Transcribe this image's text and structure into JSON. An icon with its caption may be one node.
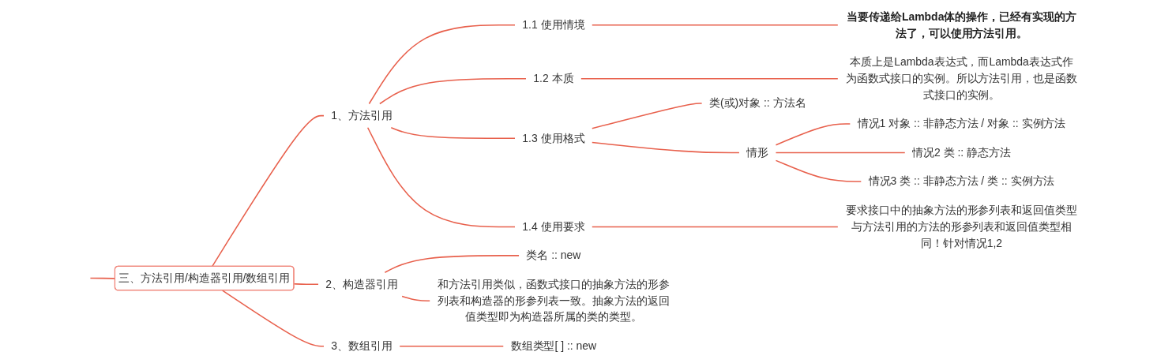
{
  "diagram": {
    "nodes": [
      {
        "text": [
          "三、方法引用/构造器引用/数组引用"
        ]
      },
      {
        "text": [
          "1、方法引用"
        ]
      },
      {
        "text": [
          "1.1 使用情境"
        ]
      },
      {
        "text": [
          "当要传递给Lambda体的操作，已经有实现的方法了，可以使用方法引用。"
        ]
      },
      {
        "text": [
          "1.2 本质"
        ]
      },
      {
        "text": [
          "本质上是Lambda表达式，而Lambda表达式作为函数式接口的实例。所以方法引用，也是函数式接口的实例。"
        ]
      },
      {
        "text": [
          "1.3 使用格式"
        ]
      },
      {
        "text": [
          "类(或)对象 :: 方法名"
        ]
      },
      {
        "text": [
          "情形"
        ]
      },
      {
        "text": [
          "情况1 对象 :: 非静态方法 / 对象 :: 实例方法"
        ]
      },
      {
        "text": [
          "情况2 类 :: 静态方法"
        ]
      },
      {
        "text": [
          "情况3 类 :: 非静态方法 / 类 :: 实例方法"
        ]
      },
      {
        "text": [
          "1.4 使用要求"
        ]
      },
      {
        "text": [
          "要求接口中的抽象方法的形参列表和返回值类型与方法引用的方法的形参列表和返回值类型相同！针对情况1,2"
        ]
      },
      {
        "text": [
          "2、构造器引用"
        ]
      },
      {
        "text": [
          "类名 :: new"
        ]
      },
      {
        "text": [
          "和方法引用类似，函数式接口的抽象方法的形参列表和构造器的形参列表一致。抽象方法的返回值类型即为构造器所属的类的类型。"
        ]
      },
      {
        "text": [
          "3、数组引用"
        ]
      },
      {
        "text": [
          "数组类型[ ] :: new"
        ]
      }
    ],
    "edges": [
      {
        "from": null,
        "to": 0,
        "arrow": "none"
      },
      {
        "from": 0,
        "to": 1,
        "arrow": "none"
      },
      {
        "from": 1,
        "to": 2,
        "arrow": "none"
      },
      {
        "from": 2,
        "to": 3,
        "arrow": "none"
      },
      {
        "from": 1,
        "to": 4,
        "arrow": "none"
      },
      {
        "from": 4,
        "to": 5,
        "arrow": "none"
      },
      {
        "from": 1,
        "to": 6,
        "arrow": "none"
      },
      {
        "from": 6,
        "to": 7,
        "arrow": "none"
      },
      {
        "from": 6,
        "to": 8,
        "arrow": "none"
      },
      {
        "from": 8,
        "to": 9,
        "arrow": "none"
      },
      {
        "from": 8,
        "to": 10,
        "arrow": "none"
      },
      {
        "from": 8,
        "to": 11,
        "arrow": "none"
      },
      {
        "from": 1,
        "to": 12,
        "arrow": "none"
      },
      {
        "from": 12,
        "to": 13,
        "arrow": "none"
      },
      {
        "from": 0,
        "to": 14,
        "arrow": "none"
      },
      {
        "from": 14,
        "to": 15,
        "arrow": "none"
      },
      {
        "from": 14,
        "to": 16,
        "arrow": "none"
      },
      {
        "from": 0,
        "to": 17,
        "arrow": "none"
      },
      {
        "from": 17,
        "to": 18,
        "arrow": "none"
      }
    ]
  }
}
